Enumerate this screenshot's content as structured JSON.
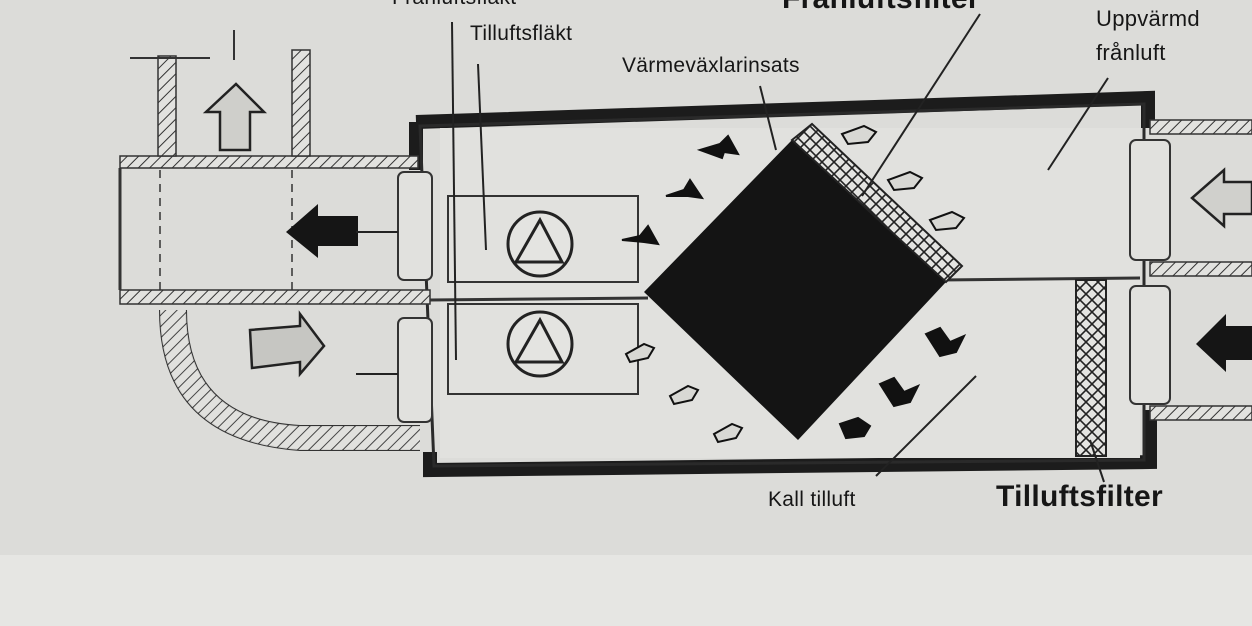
{
  "labels": {
    "franluftsflakt": "Frånluftsfläkt",
    "tilluftsflakt": "Tilluftsfläkt",
    "varmevaxlarinsats": "Värmeväxlarinsats",
    "franluftsfilter": "Frånluftsfilter",
    "uppvarmd_line1": "Uppvärmd",
    "uppvarmd_line2": "frånluft",
    "kall_tilluft": "Kall tilluft",
    "tilluftsfilter": "Tilluftsfilter"
  }
}
